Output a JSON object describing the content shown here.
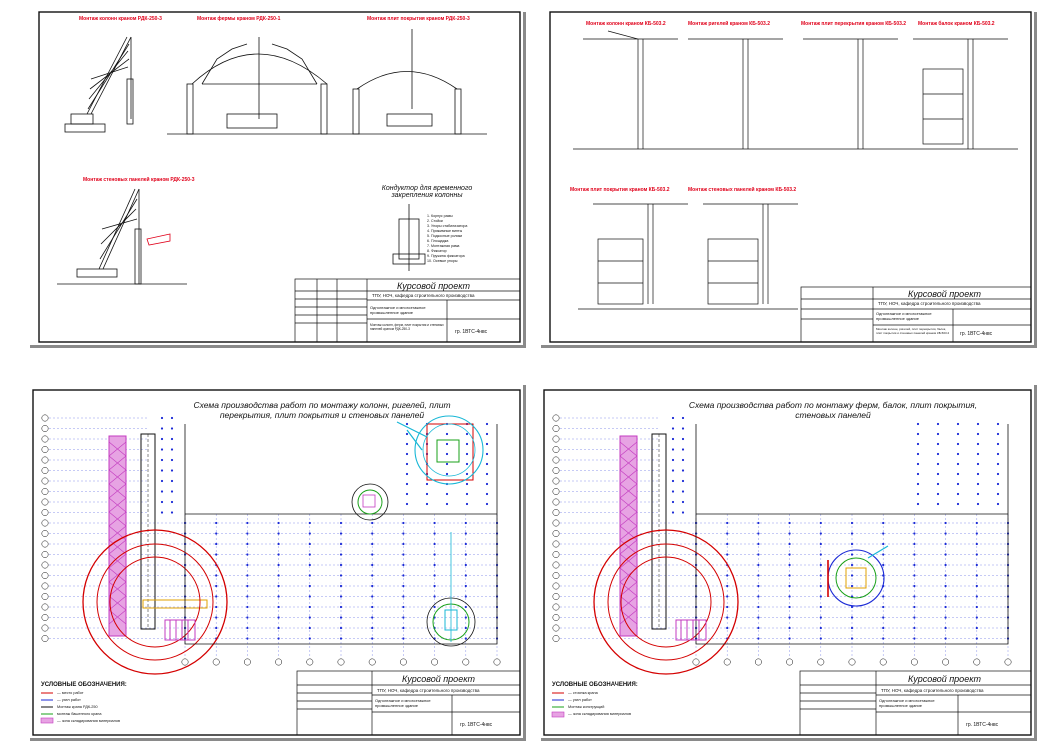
{
  "colors": {
    "frame": "#111111",
    "title_red": "#e0001a",
    "grid_blue": "#1b2ad6",
    "crane_red": "#d40000",
    "hatch_magenta": "#c33bc0",
    "cyan": "#18b7d6",
    "green": "#18a018"
  },
  "sheet1": {
    "title_columns": "Монтаж колонн краном РДК-250-3",
    "title_trusses": "Монтаж фермы краном РДК-250-1",
    "title_slabs": "Монтаж плит покрытия краном РДК-250-3",
    "title_walls": "Монтаж стеновых панелей краном РДК-250-3",
    "conductor_title": "Кондуктор для временного закрепления колонны",
    "conductor_items": [
      "1. Корпус рамы",
      "2. Стойки",
      "3. Упоры стабилизатора",
      "4. Прижимные винты",
      "5. Подкосные ролики",
      "6. Площадка",
      "7. Монтажная рама",
      "8. Фиксатор",
      "9. Пружина фиксатора",
      "10. Осевые упоры"
    ],
    "stamp": {
      "project": "Курсовой проект",
      "line1": "ТПУ, НОЧ, кафедра строительного производства",
      "line2": "Одноэтажное и многоэтажное промышленное здание",
      "line3": "Монтаж колонн, ферм, плит покрытия и стеновых панелей краном РДК-250-3",
      "group": "гр. 1ВТС-4нвс"
    }
  },
  "sheet2": {
    "title_a": "Монтаж колонн краном КБ-503.2",
    "title_b": "Монтаж ригелей краном КБ-503.2",
    "title_c": "Монтаж плит перекрытия краном КБ-503.2",
    "title_d": "Монтаж балок краном КБ-503.2",
    "title_e": "Монтаж плит покрытия краном КБ-503.2",
    "title_f": "Монтаж стеновых панелей краном КБ-503.2",
    "stamp": {
      "project": "Курсовой проект",
      "line1": "ТПУ, НОЧ, кафедра строительного производства",
      "line2": "Одноэтажное и многоэтажное промышленное здание",
      "line3": "Монтаж колонн, ригелей, плит перекрытия, балок, плит покрытия и стеновых панелей краном КБ-503.2",
      "group": "гр. 1ВТС-4нвс"
    }
  },
  "sheet3": {
    "title": "Схема производства работ по монтажу колонн, ригелей, плит перекрытия, плит покрытия и стеновых панелей",
    "legend_title": "УСЛОВНЫЕ ОБОЗНАЧЕНИЯ:",
    "legend_items": [
      "— место работ",
      "— узел работ",
      "Монтаж крана РДК-250",
      "монтаж башенного крана",
      "— зона складирования материалов"
    ],
    "stamp": {
      "project": "Курсовой проект",
      "line1": "ТПУ, НОЧ, кафедра строительного производства",
      "line2": "Одноэтажное и многоэтажное промышленное здание",
      "group": "гр. 1ВТС-4нвс"
    }
  },
  "sheet4": {
    "title": "Схема производства работ по монтажу ферм, балок, плит покрытия, стеновых панелей",
    "legend_title": "УСЛОВНЫЕ ОБОЗНАЧЕНИЯ:",
    "legend_items": [
      "— стоянка крана",
      "— узел работ",
      "Монтаж конструкций",
      "— зона складирования материалов"
    ],
    "stamp": {
      "project": "Курсовой проект",
      "line1": "ТПУ, НОЧ, кафедра строительного производства",
      "line2": "Одноэтажное и многоэтажное промышленное здание",
      "group": "гр. 1ВТС-4нвс"
    }
  }
}
